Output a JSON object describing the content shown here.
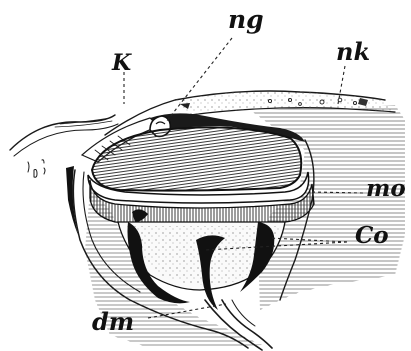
{
  "figure": {
    "labels": {
      "ng": "ng",
      "K": "K",
      "nk": "nk",
      "mo": "mo",
      "co": "Co",
      "dm": "dm"
    },
    "ink_color": "#1a1a1a",
    "background": "#ffffff"
  }
}
